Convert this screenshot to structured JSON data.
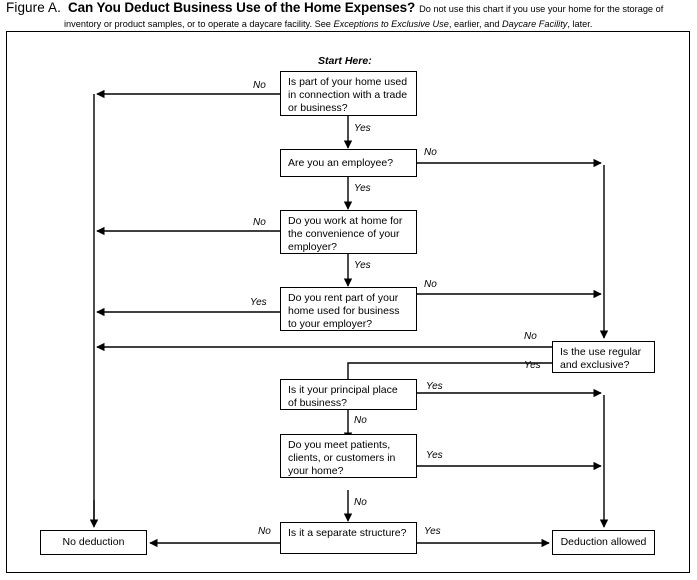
{
  "caption": {
    "figure_number": "Figure A.",
    "title": "Can You Deduct Business Use of the Home Expenses?",
    "subtitle_part1": "Do not use this chart if you use your home for the storage of",
    "line2_a": "inventory or product samples, or to operate a daycare facility. See ",
    "line2_italic1": "Exceptions to Exclusive Use",
    "line2_b": ", earlier, and ",
    "line2_italic2": "Daycare Facility",
    "line2_c": ", later."
  },
  "chart": {
    "start_label": "Start Here:",
    "nodes": [
      {
        "id": "q1",
        "text": "Is part of your home used in connection with a trade or business?"
      },
      {
        "id": "q2",
        "text": "Are you an employee?"
      },
      {
        "id": "q3",
        "text": "Do you work at home for the convenience of your employer?"
      },
      {
        "id": "q4",
        "text": "Do you rent part of your home used for business to your employer?"
      },
      {
        "id": "q5",
        "text": "Is the use regular and exclusive?"
      },
      {
        "id": "q6",
        "text": "Is it your principal place of business?"
      },
      {
        "id": "q7",
        "text": "Do you meet patients, clients, or customers in your home?"
      },
      {
        "id": "q8",
        "text": "Is it a separate structure?"
      },
      {
        "id": "no-deduction",
        "text": "No deduction"
      },
      {
        "id": "deduction-allowed",
        "text": "Deduction allowed"
      }
    ],
    "edge_labels": {
      "q1_no": "No",
      "q1_yes": "Yes",
      "q2_no": "No",
      "q2_yes": "Yes",
      "q3_no": "No",
      "q3_yes": "Yes",
      "q4_no": "No",
      "q4_yes": "Yes",
      "q5_no": "No",
      "q5_yes": "Yes",
      "q6_yes": "Yes",
      "q6_no": "No",
      "q7_yes": "Yes",
      "q7_no": "No",
      "q8_no": "No",
      "q8_yes": "Yes"
    },
    "colors": {
      "line": "#000000",
      "box_border": "#000000",
      "background": "#ffffff"
    }
  }
}
